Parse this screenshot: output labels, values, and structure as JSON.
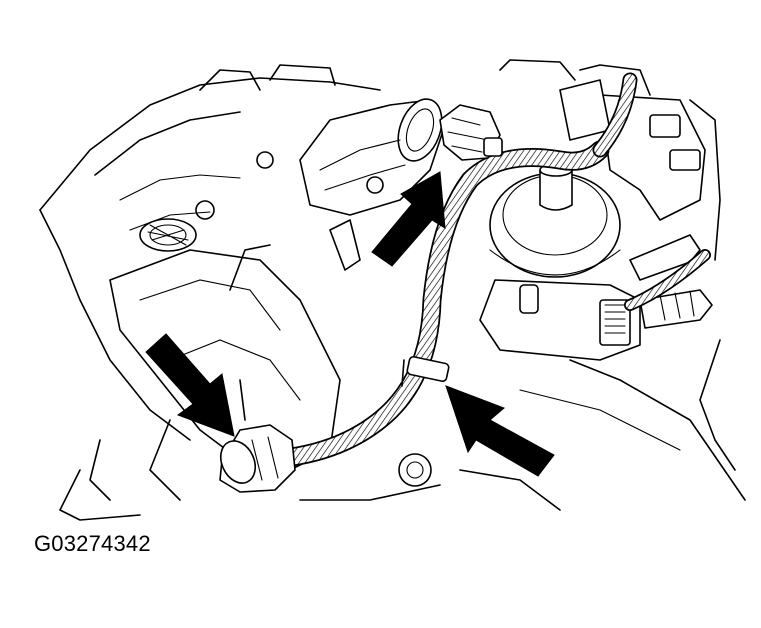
{
  "figure": {
    "id_label": "G03274342",
    "callout_arrows": [
      "arrow-top-connector",
      "arrow-left-connector",
      "arrow-harness-clip"
    ]
  }
}
